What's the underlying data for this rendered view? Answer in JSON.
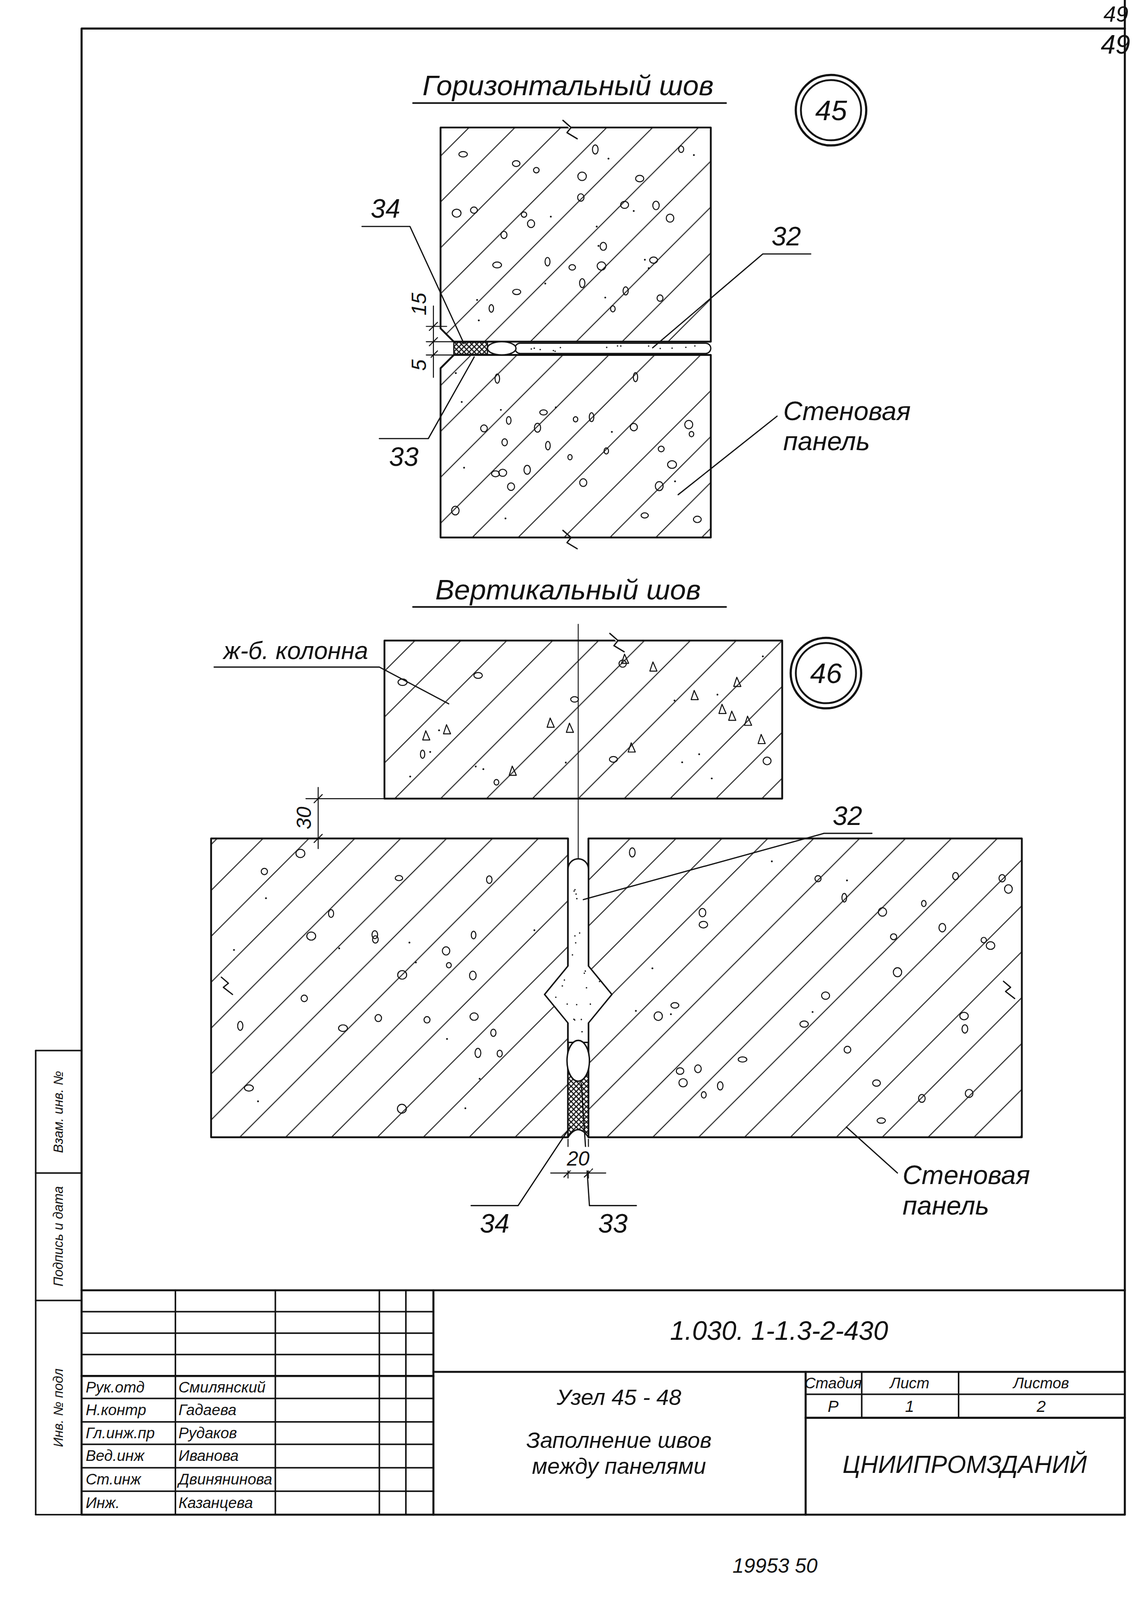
{
  "diagram": {
    "nodes": [
      {
        "text": [
          "45"
        ]
      },
      {
        "text": [
          "46"
        ]
      }
    ],
    "labels": [
      "49",
      "49",
      "Горизонтальный шов",
      "34",
      "32",
      "15",
      "5",
      "Стеновая панель",
      "33",
      "Вертикальный шов",
      "ж-б. колонна",
      "30",
      "32",
      "20",
      "34",
      "33",
      "Стеновая панель",
      "Взам. инв. №",
      "Подпись и дата",
      "Инв. № подл",
      "1.030. 1-1.3-2-430",
      "Рук.отд",
      "Смилянский",
      "Н.контр",
      "Гадаева",
      "Гл.инж.пр",
      "Рудаков",
      "Вед.инж",
      "Иванова",
      "Ст.инж",
      "Двинянинова",
      "Инж.",
      "Казанцева",
      "Узел 45 - 48",
      "Заполнение швов между панелями",
      "Стадия",
      "Лист",
      "Листов",
      "Р",
      "1",
      "2",
      "ЦНИИПРОМЗДАНИЙ",
      "19953 50"
    ]
  }
}
